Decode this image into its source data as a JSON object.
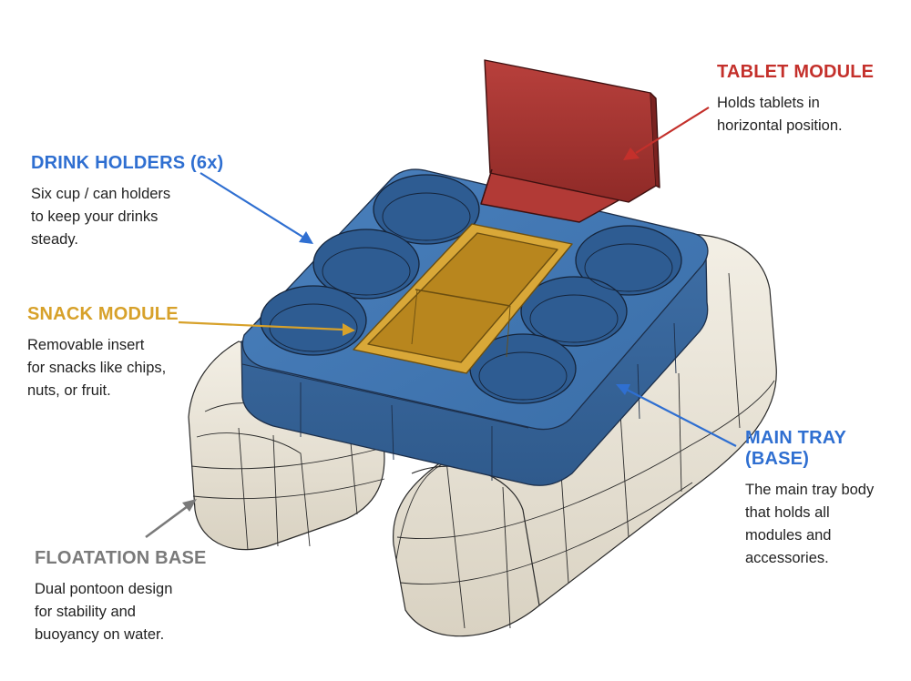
{
  "colors": {
    "tablet": "#c4302b",
    "drink": "#2f6fd1",
    "snack": "#d7a12a",
    "tray": "#2f6fd1",
    "float": "#7a7a7a"
  },
  "callouts": {
    "tablet": {
      "title": "TABLET MODULE",
      "lines": [
        "Holds tablets in",
        "horizontal position."
      ]
    },
    "drink": {
      "title": "DRINK HOLDERS (6x)",
      "lines": [
        "Six cup / can holders",
        "to keep your drinks",
        "steady."
      ]
    },
    "snack": {
      "title": "SNACK MODULE",
      "lines": [
        "Removable insert",
        "for snacks like chips,",
        "nuts, or fruit."
      ]
    },
    "tray": {
      "title": "MAIN TRAY (BASE)",
      "lines": [
        "The main tray body",
        "that holds all",
        "modules and",
        "accessories."
      ]
    },
    "float": {
      "title": "FLOATATION BASE",
      "lines": [
        "Dual pontoon design",
        "for stability and",
        "buoyancy on water."
      ]
    }
  }
}
